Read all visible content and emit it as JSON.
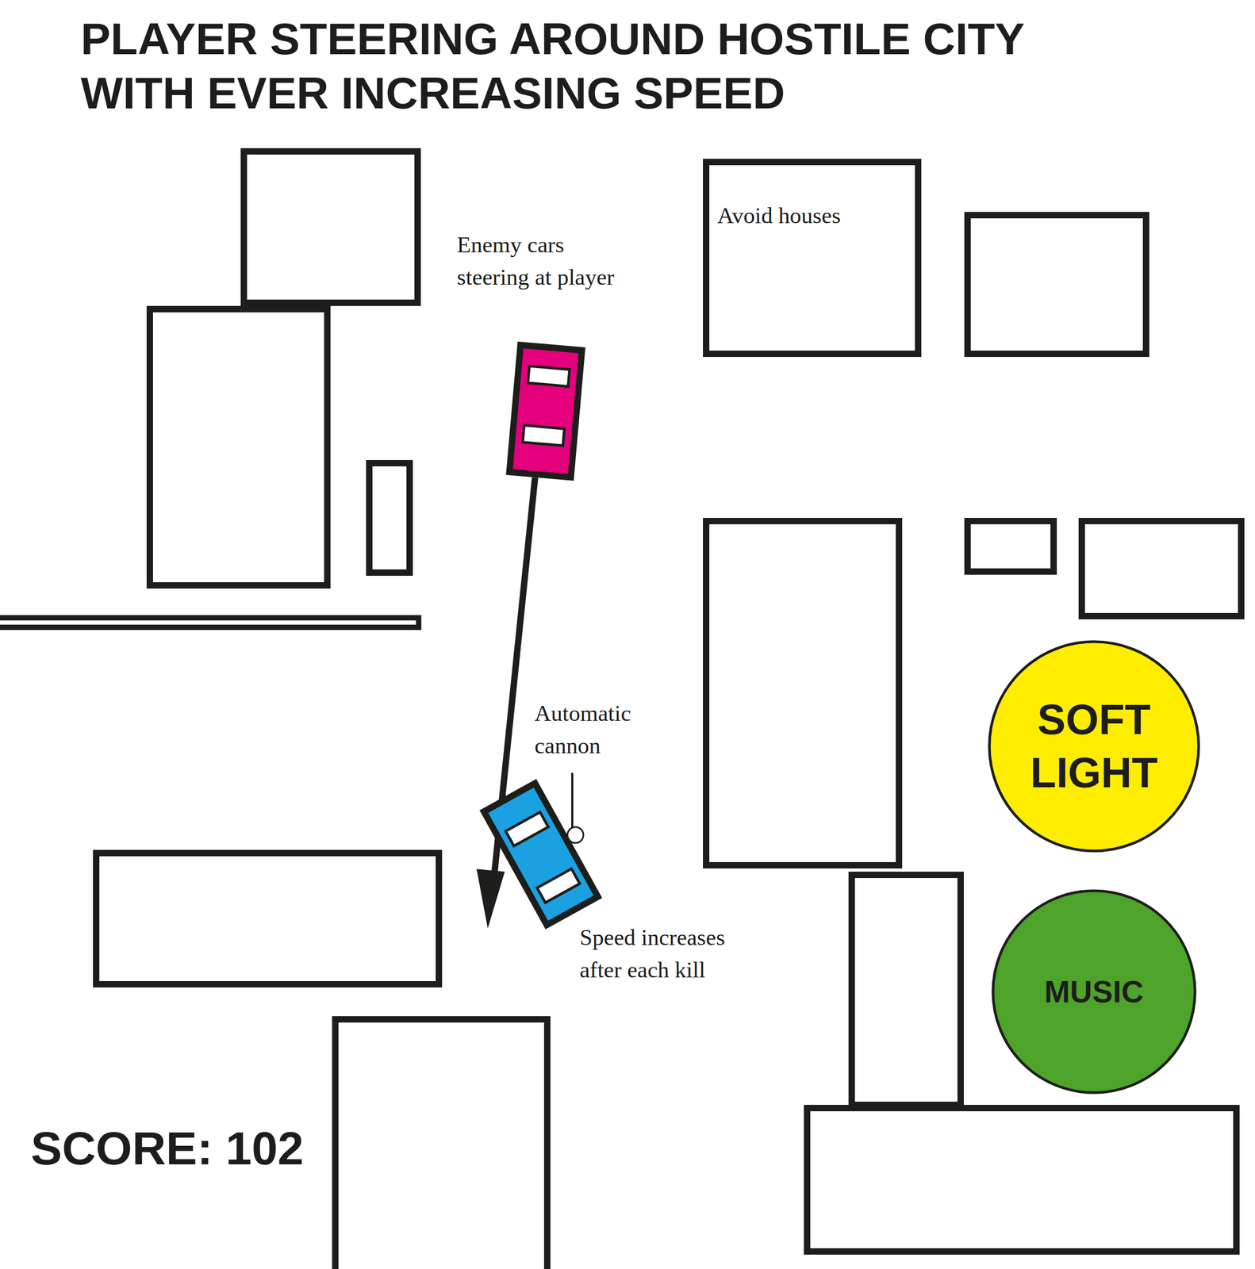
{
  "diagram": {
    "title": "PLAYER STEERING AROUND HOSTILE CITY WITH EVER INCREASING SPEED",
    "nodes": [
      {
        "text": [
          "Avoid houses"
        ]
      },
      {
        "text": [
          "SOFT LIGHT"
        ]
      },
      {
        "text": [
          "MUSIC"
        ]
      }
    ],
    "labels": [
      "Enemy cars steering at player",
      "Automatic cannon",
      "Speed increases after each kill",
      "SCORE: 102"
    ]
  }
}
